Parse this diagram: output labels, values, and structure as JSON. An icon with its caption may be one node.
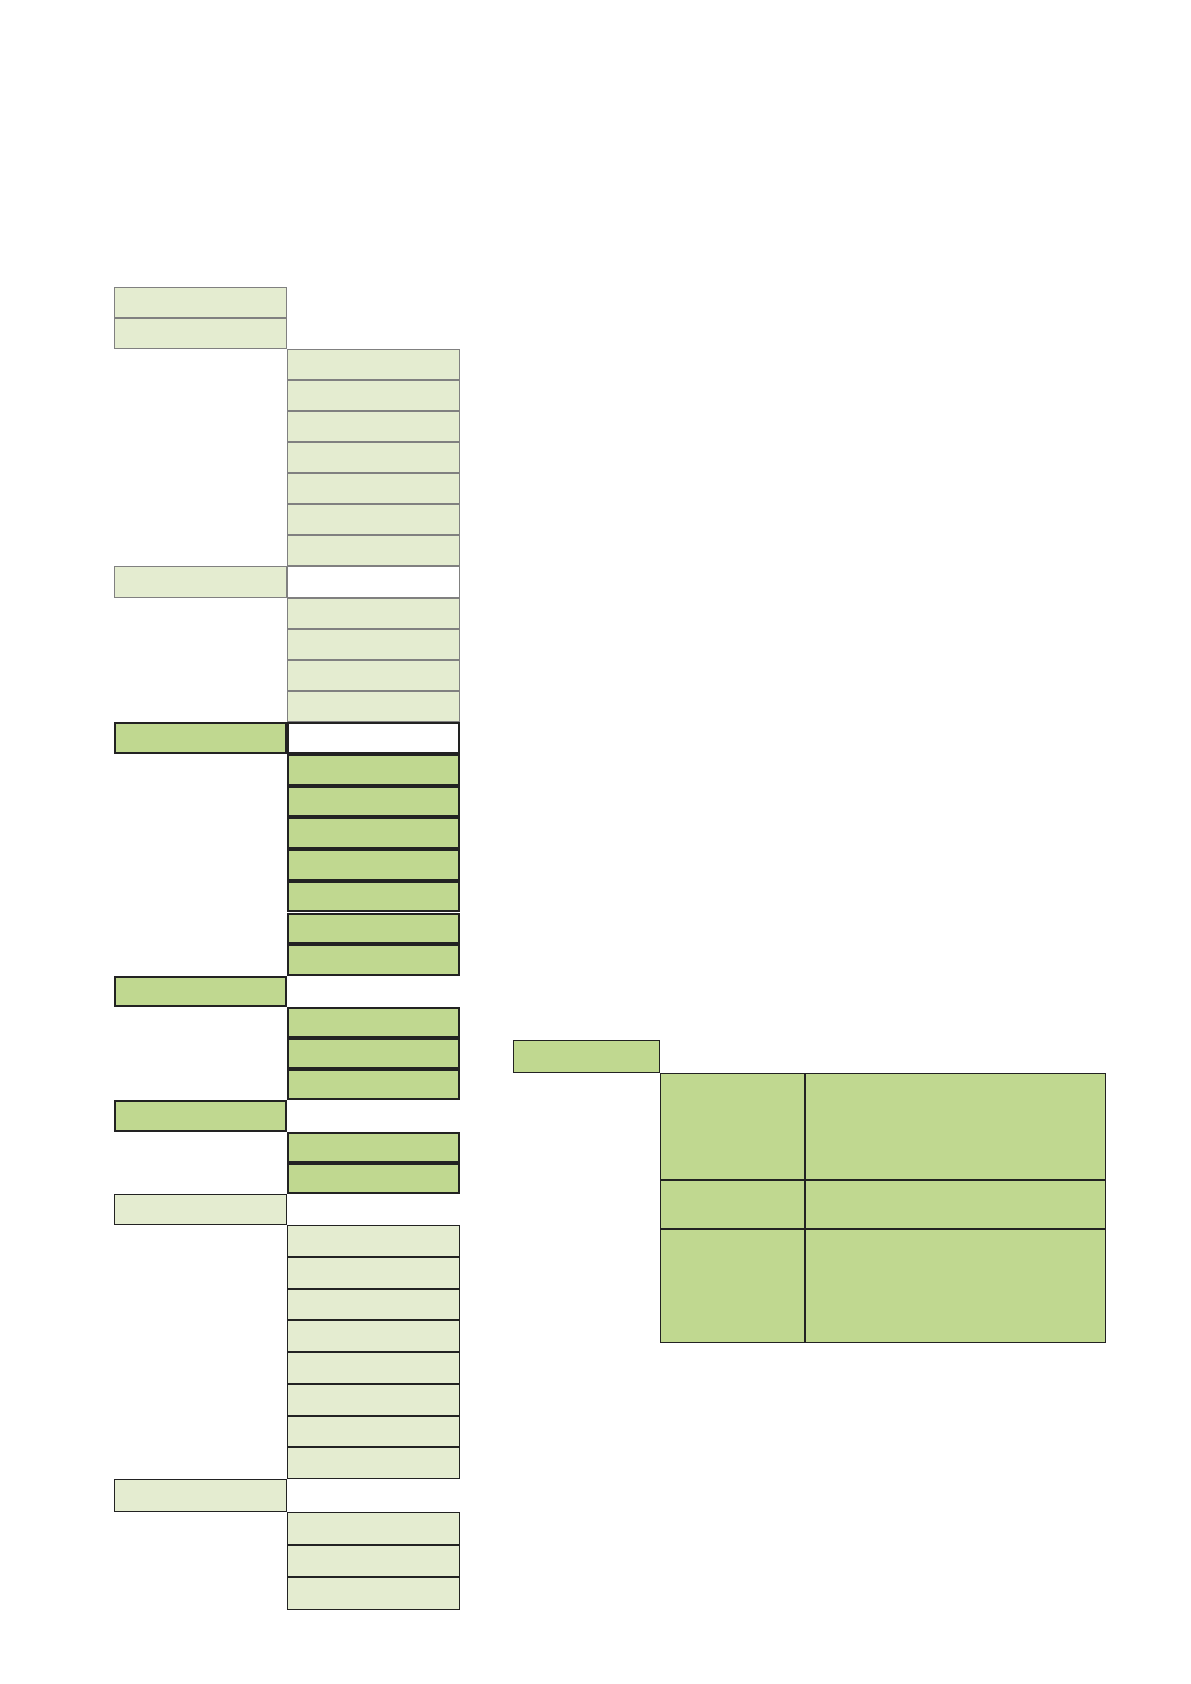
{
  "diagram": {
    "nodes": [
      {
        "text": [],
        "shape": "box"
      },
      {
        "text": [],
        "shape": "box"
      },
      {
        "text": [],
        "shape": "box"
      },
      {
        "text": [],
        "shape": "box"
      },
      {
        "text": [],
        "shape": "box"
      },
      {
        "text": [],
        "shape": "box"
      },
      {
        "text": [],
        "shape": "box"
      },
      {
        "text": [],
        "shape": "box"
      },
      {
        "text": [],
        "shape": "box"
      },
      {
        "text": [],
        "shape": "box"
      },
      {
        "text": [],
        "shape": "box"
      },
      {
        "text": [],
        "shape": "box"
      },
      {
        "text": [],
        "shape": "box"
      },
      {
        "text": [],
        "shape": "box"
      },
      {
        "text": [],
        "shape": "box"
      },
      {
        "text": [],
        "shape": "box"
      },
      {
        "text": [],
        "shape": "box"
      },
      {
        "text": [],
        "shape": "box"
      },
      {
        "text": [],
        "shape": "box"
      },
      {
        "text": [],
        "shape": "box"
      },
      {
        "text": [],
        "shape": "box"
      },
      {
        "text": [],
        "shape": "box"
      },
      {
        "text": [],
        "shape": "box"
      },
      {
        "text": [],
        "shape": "box"
      },
      {
        "text": [],
        "shape": "box"
      },
      {
        "text": [],
        "shape": "box"
      },
      {
        "text": [],
        "shape": "box"
      },
      {
        "text": [],
        "shape": "box"
      },
      {
        "text": [],
        "shape": "box"
      },
      {
        "text": [],
        "shape": "box"
      },
      {
        "text": [],
        "shape": "box"
      },
      {
        "text": [],
        "shape": "box"
      },
      {
        "text": [],
        "shape": "box"
      },
      {
        "text": [],
        "shape": "box"
      },
      {
        "text": [],
        "shape": "box"
      },
      {
        "text": [],
        "shape": "box"
      },
      {
        "text": [],
        "shape": "box"
      },
      {
        "text": [],
        "shape": "box"
      },
      {
        "text": [],
        "shape": "box"
      },
      {
        "text": [],
        "shape": "box"
      },
      {
        "text": [],
        "shape": "box"
      },
      {
        "text": [],
        "shape": "box"
      },
      {
        "text": [],
        "shape": "box"
      },
      {
        "text": [],
        "shape": "box"
      },
      {
        "text": [],
        "shape": "box"
      },
      {
        "text": [],
        "shape": "box"
      },
      {
        "text": [],
        "shape": "box"
      },
      {
        "text": [],
        "shape": "box"
      },
      {
        "text": [],
        "shape": "box"
      },
      {
        "text": [],
        "shape": "box"
      },
      {
        "text": [],
        "shape": "box"
      }
    ]
  }
}
